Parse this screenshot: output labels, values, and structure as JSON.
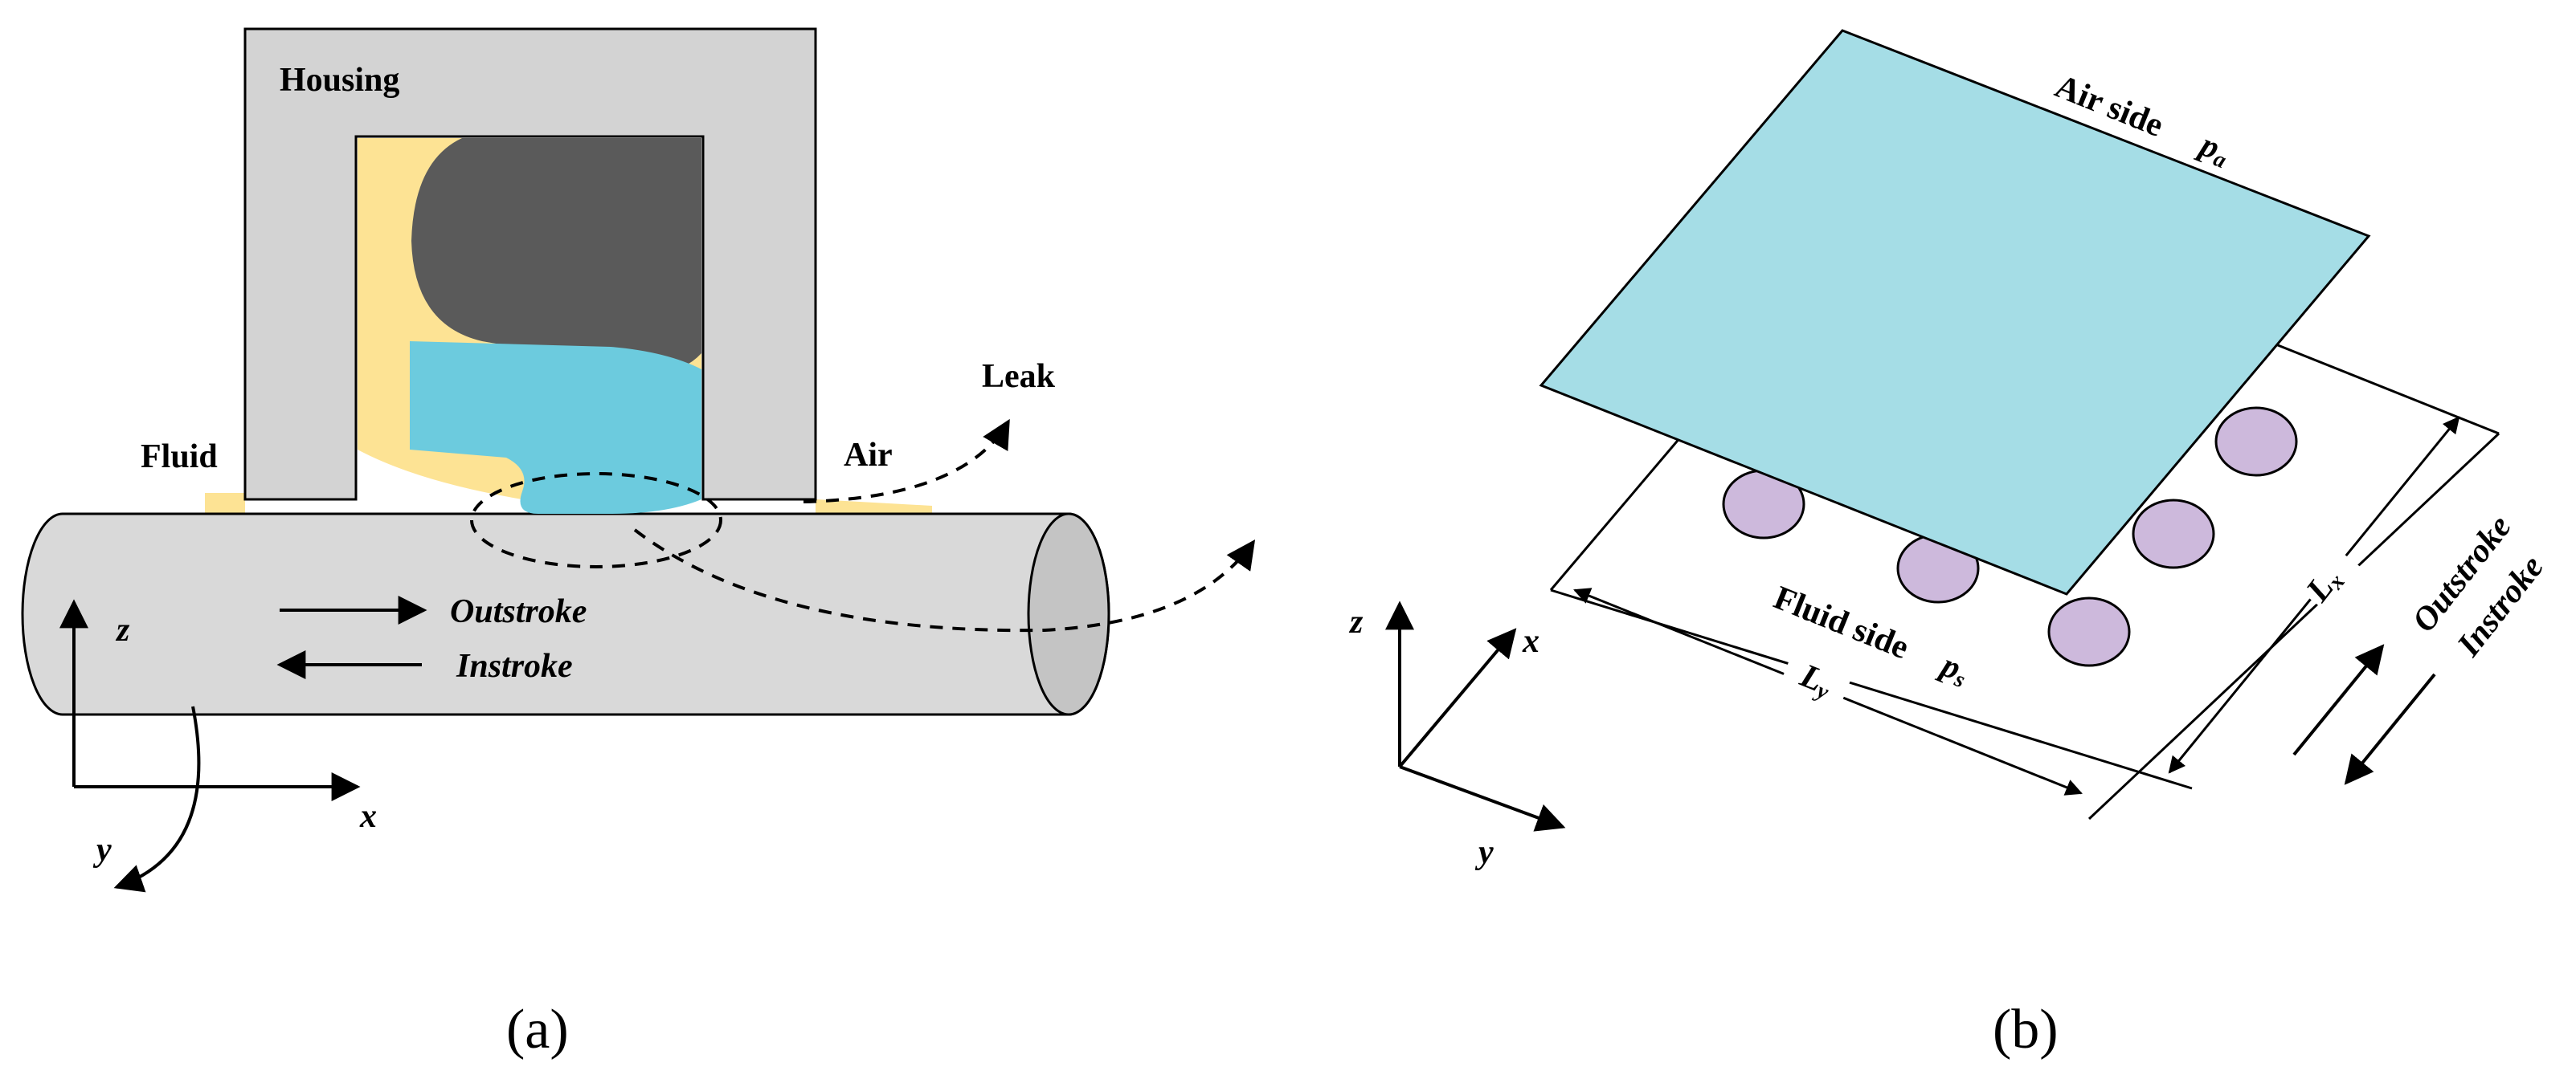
{
  "panel_a": {
    "caption": "(a)",
    "labels": {
      "housing": "Housing",
      "fluid": "Fluid",
      "air": "Air",
      "leak": "Leak",
      "outstroke": "Outstroke",
      "instroke": "Instroke",
      "axis_z": "z",
      "axis_x": "x",
      "axis_y": "y"
    }
  },
  "panel_b": {
    "caption": "(b)",
    "labels": {
      "air_side": "Air side",
      "p_a": "p",
      "p_a_sub": "a",
      "fluid_side": "Fluid side",
      "p_s": "p",
      "p_s_sub": "s",
      "L_x": "L",
      "L_x_sub": "x",
      "L_y": "L",
      "L_y_sub": "y",
      "outstroke": "Outstroke",
      "instroke": "Instroke",
      "axis_z": "z",
      "axis_x": "x",
      "axis_y": "y"
    }
  },
  "colors": {
    "housing": "#d3d3d3",
    "fluid": "#fde394",
    "seal_body": "#5a5a5a",
    "seal_lip": "#6ccbde",
    "rod": "#d9d9d9",
    "rod_end": "#c4c4c4",
    "film_plate": "#a5dde6",
    "asperity": "#cdb9dc",
    "line": "#000000"
  }
}
